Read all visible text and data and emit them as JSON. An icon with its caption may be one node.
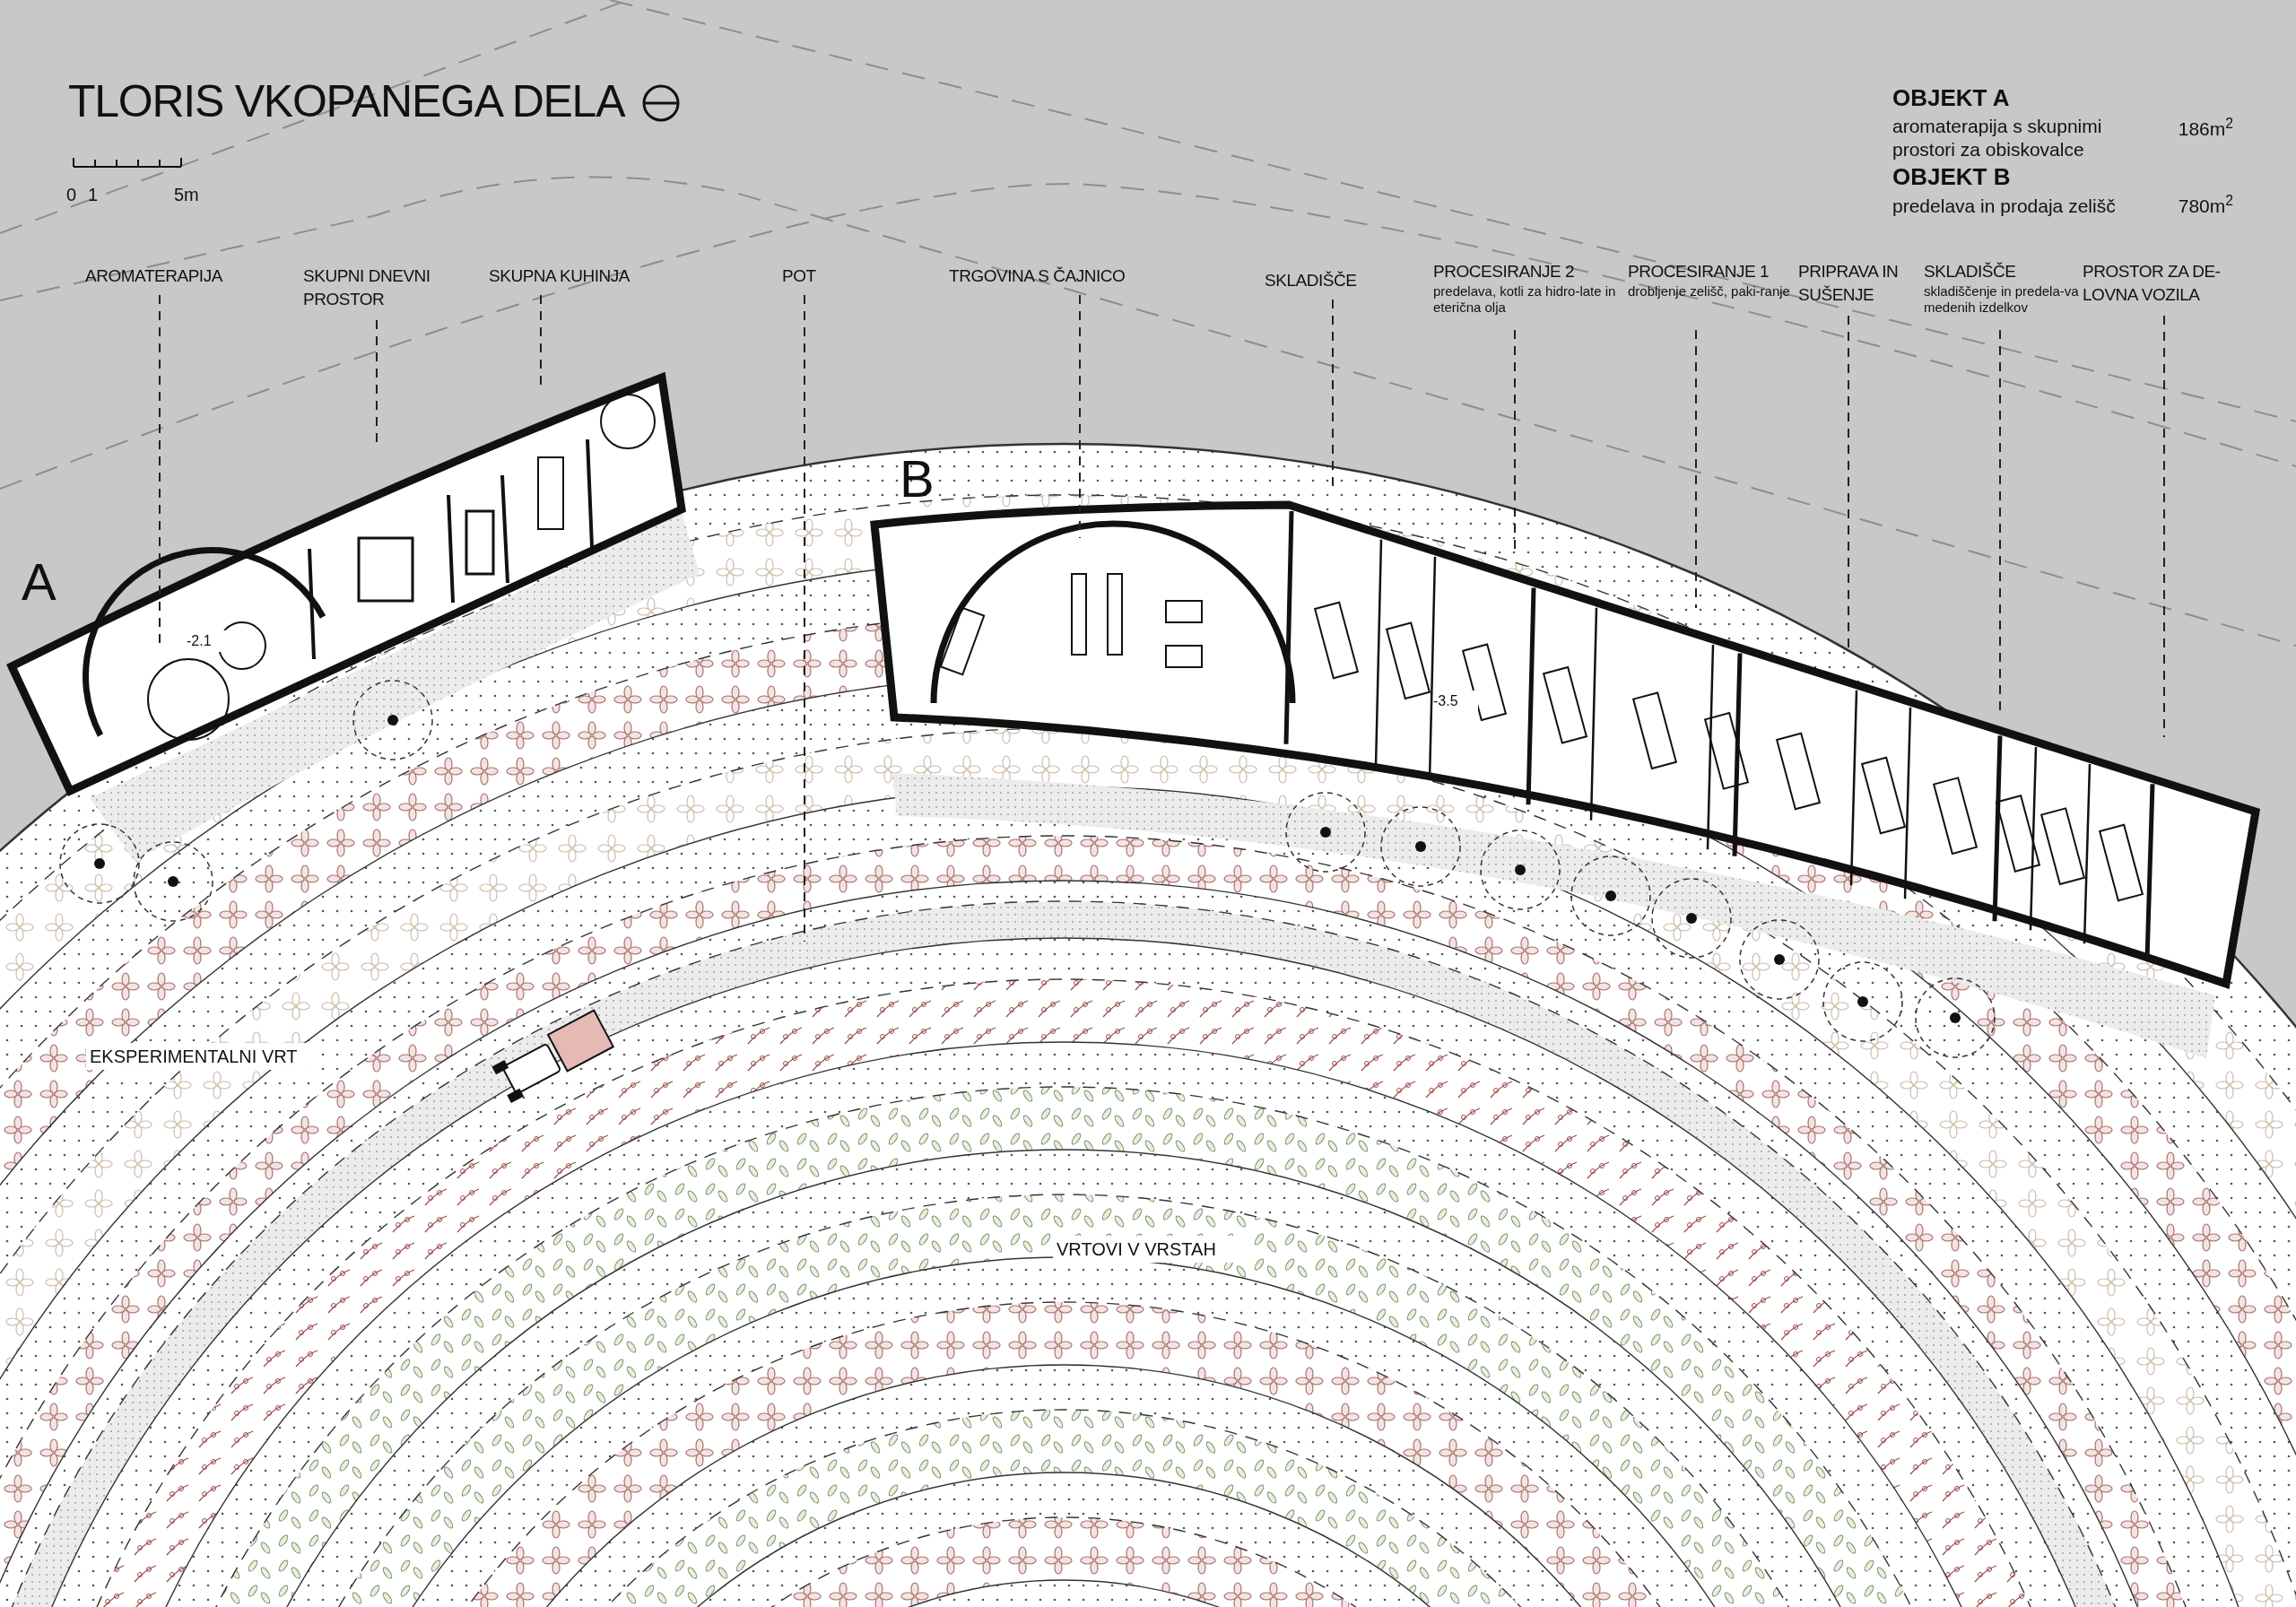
{
  "diagram": {
    "title": "TLORIS VKOPANEGA DELA",
    "nodes": [
      {
        "text": [
          "AROMATERAPIJA"
        ]
      },
      {
        "text": [
          "SKUPNI DNEVNI PROSTOR"
        ]
      },
      {
        "text": [
          "SKUPNA KUHINJA"
        ]
      },
      {
        "text": [
          "POT"
        ]
      },
      {
        "text": [
          "TRGOVINA S ČAJNICO"
        ]
      },
      {
        "text": [
          "SKLADIŠČE"
        ]
      },
      {
        "text": [
          "PROCESIRANJE 2",
          "predelava, kotli za hidro-late in eterična olja"
        ]
      },
      {
        "text": [
          "PROCESIRANJE 1",
          "drobljenje zelišč, paki-ranje"
        ]
      },
      {
        "text": [
          "PRIPRAVA IN SUŠENJE"
        ]
      },
      {
        "text": [
          "SKLADIŠČE",
          "skladiščenje in predela-va medenih izdelkov"
        ]
      },
      {
        "text": [
          "PROSTOR ZA DE-LOVNA VOZILA"
        ]
      }
    ],
    "edges": [
      {
        "from": 0,
        "to": null,
        "arrow": "none",
        "style": "dashed"
      },
      {
        "from": 1,
        "to": null,
        "arrow": "none",
        "style": "dashed"
      },
      {
        "from": 2,
        "to": null,
        "arrow": "none",
        "style": "dashed"
      },
      {
        "from": 3,
        "to": null,
        "arrow": "none",
        "style": "dashed"
      },
      {
        "from": 4,
        "to": null,
        "arrow": "none",
        "style": "dashed"
      },
      {
        "from": 5,
        "to": null,
        "arrow": "none",
        "style": "dashed"
      },
      {
        "from": 6,
        "to": null,
        "arrow": "none",
        "style": "dashed"
      },
      {
        "from": 7,
        "to": null,
        "arrow": "none",
        "style": "dashed"
      },
      {
        "from": 8,
        "to": null,
        "arrow": "none",
        "style": "dashed"
      },
      {
        "from": 9,
        "to": null,
        "arrow": "none",
        "style": "dashed"
      },
      {
        "from": 10,
        "to": null,
        "arrow": "none",
        "style": "dashed"
      }
    ],
    "labels": [
      "0",
      "1",
      "5m",
      "OBJEKT A",
      "aromaterapija s skupnimi prostori za obiskovalce",
      "186m$^{2}$",
      "OBJEKT B",
      "predelava in prodaja zelišč",
      "780m$^{2}$",
      "A",
      "B",
      "-2.1",
      "-3.5",
      "EKSPERIMENTALNI VRT",
      "VRTOVI V VRSTAH"
    ]
  }
}
